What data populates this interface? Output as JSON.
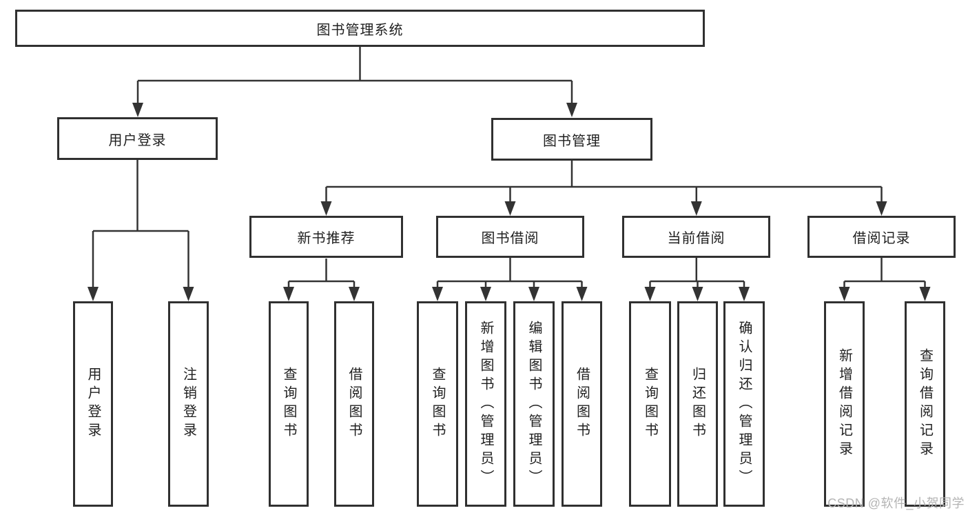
{
  "diagram": {
    "root": "图书管理系统",
    "branches": [
      {
        "label": "用户登录",
        "children": [
          "用户登录",
          "注销登录"
        ]
      },
      {
        "label": "图书管理",
        "groups": [
          {
            "label": "新书推荐",
            "children": [
              "查询图书",
              "借阅图书"
            ]
          },
          {
            "label": "图书借阅",
            "children": [
              "查询图书",
              "新增图书（管理员）",
              "编辑图书（管理员）",
              "借阅图书"
            ]
          },
          {
            "label": "当前借阅",
            "children": [
              "查询图书",
              "归还图书",
              "确认归还（管理员）"
            ]
          },
          {
            "label": "借阅记录",
            "children": [
              "新增借阅记录",
              "查询借阅记录"
            ]
          }
        ]
      }
    ]
  },
  "watermark": "CSDN @软件_小贺同学",
  "colors": {
    "line": "#333333",
    "border": "#303030",
    "text": "#1f1f1f",
    "background": "#ffffff",
    "watermark": "#b4b4b4"
  }
}
